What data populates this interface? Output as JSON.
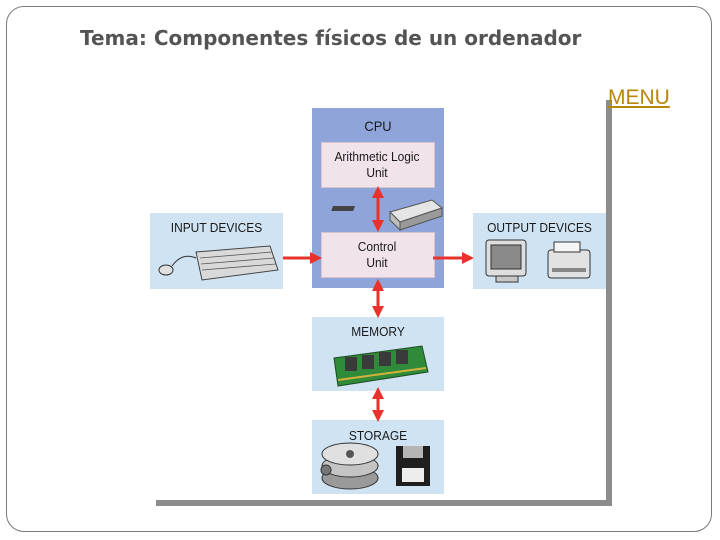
{
  "slide": {
    "title": "Tema: Componentes físicos de un ordenador",
    "menu_link": "MENU"
  },
  "diagram": {
    "cpu": "CPU",
    "alu": "Arithmetic Logic\nUnit",
    "control_unit": "Control\nUnit",
    "input_devices": "INPUT DEVICES",
    "output_devices": "OUTPUT DEVICES",
    "memory": "MEMORY",
    "storage": "STORAGE"
  },
  "colors": {
    "arrow": "#e8322b",
    "cpu_fill": "#8fa4d9",
    "panel_fill": "#cfe3f3",
    "unit_fill": "#f1e3ea",
    "title": "#545454",
    "link": "#b8860b"
  }
}
